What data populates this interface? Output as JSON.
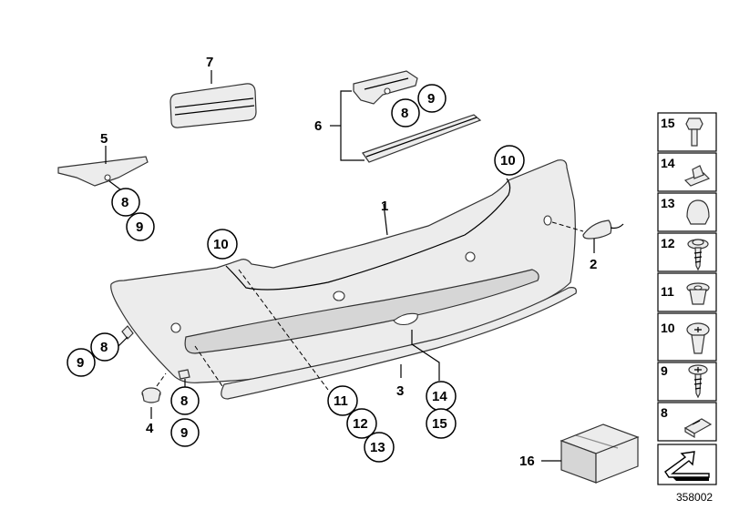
{
  "diagram": {
    "callouts": {
      "c1": "1",
      "c2": "2",
      "c3": "3",
      "c4": "4",
      "c5": "5",
      "c6": "6",
      "c7": "7",
      "c8_bracket": "8",
      "c9_bracket": "9",
      "c8_clip": "8",
      "c9_clip": "9",
      "c9_left": "9",
      "c8_left": "8",
      "c8_lower": "8",
      "c9_lower": "9",
      "c10_left": "10",
      "c10_right": "10",
      "c11": "11",
      "c12": "12",
      "c13": "13",
      "c14": "14",
      "c15": "15",
      "c16": "16"
    },
    "legend": [
      {
        "num": "15",
        "icon": "bolt-icon"
      },
      {
        "num": "14",
        "icon": "clip-nut-icon"
      },
      {
        "num": "13",
        "icon": "cap-icon"
      },
      {
        "num": "12",
        "icon": "screw-washer-icon"
      },
      {
        "num": "11",
        "icon": "expanding-nut-icon"
      },
      {
        "num": "10",
        "icon": "plastic-rivet-icon"
      },
      {
        "num": "9",
        "icon": "collar-screw-icon"
      },
      {
        "num": "8",
        "icon": "spring-nut-icon"
      }
    ],
    "reference": "358002"
  }
}
